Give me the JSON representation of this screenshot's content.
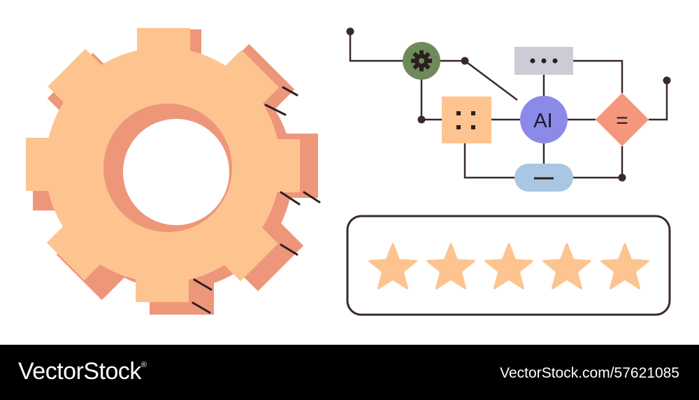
{
  "diagram": {
    "center_label": "AI",
    "equals_symbol": "=",
    "dash_symbol": "—",
    "icons": {
      "gear_node": "gear-icon",
      "dots_node": "ellipsis-icon",
      "grid_node": "four-dots-icon",
      "diamond_node": "equals-icon",
      "pill_node": "minus-icon"
    }
  },
  "rating": {
    "stars_filled": 5,
    "stars_total": 5
  },
  "footer": {
    "brand": "VectorStock",
    "brand_mark": "®",
    "url": "VectorStock.com/57621085"
  },
  "colors": {
    "gear_face": "#FDC490",
    "gear_shadow": "#EE967A",
    "line": "#3A2A2A",
    "node_green": "#6E8A5B",
    "node_gray": "#CDCBD6",
    "node_peach": "#FDC490",
    "node_ai": "#8C8AE8",
    "node_diamond": "#F4977C",
    "node_pill": "#A9C7E3",
    "star": "#FDC490",
    "footer_bg": "#000000"
  }
}
